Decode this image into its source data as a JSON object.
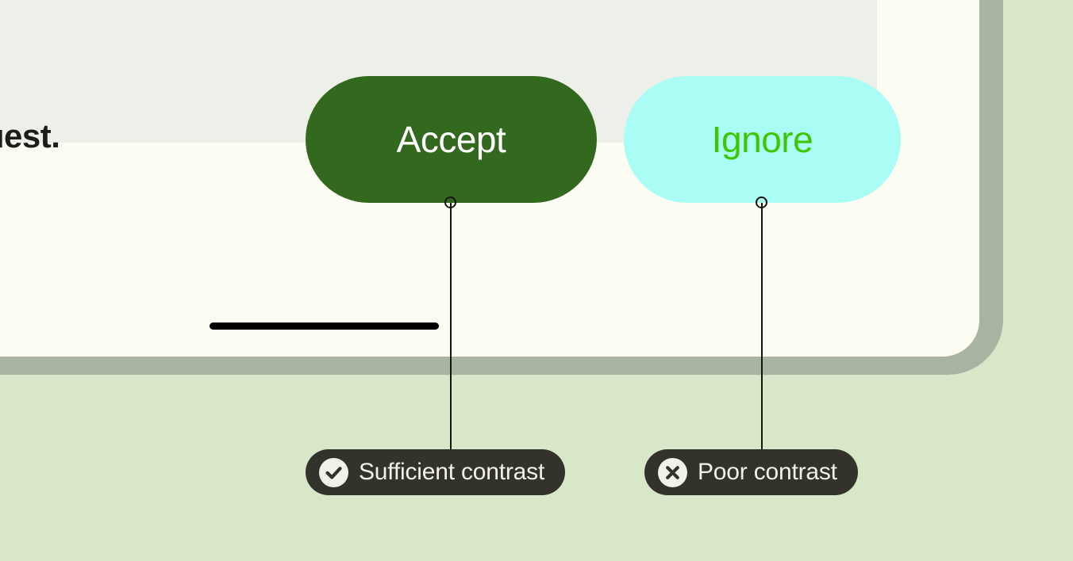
{
  "colors": {
    "page_background": "#d9e7c9",
    "device_bezel": "#a9b3a1",
    "device_screen": "#fdfcf2",
    "card_background": "#edf0e8",
    "accept_button_fill": "#33691e",
    "accept_button_text": "#ffffff",
    "ignore_button_fill": "#a9fdf4",
    "ignore_button_text": "#3dc700",
    "callout_fill": "#33332b",
    "callout_text": "#f2f1ea",
    "prompt_text": "#1d1d1b",
    "home_indicator": "#000000",
    "leader_line": "#14160f"
  },
  "screen": {
    "prompt": {
      "text": "a request."
    },
    "buttons": [
      {
        "id": "accept",
        "label": "Accept"
      },
      {
        "id": "ignore",
        "label": "Ignore"
      }
    ],
    "home_indicator_label": "home-indicator"
  },
  "annotations": [
    {
      "id": "sufficient",
      "label": "Sufficient contrast",
      "icon": "check-circle-icon",
      "points_to": "Accept"
    },
    {
      "id": "poor",
      "label": "Poor contrast",
      "icon": "x-circle-icon",
      "points_to": "Ignore"
    }
  ]
}
